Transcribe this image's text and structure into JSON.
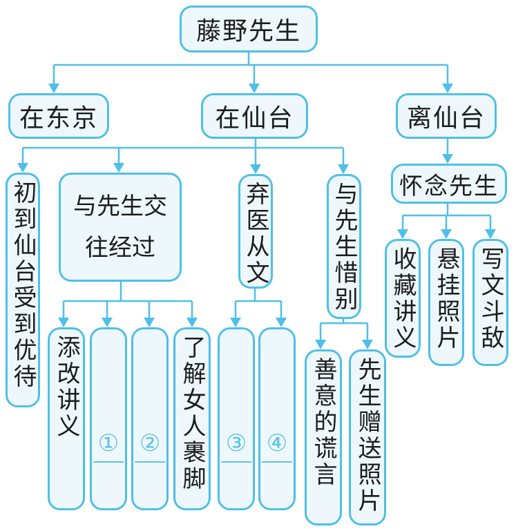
{
  "diagram": {
    "title": "藤野先生",
    "colors": {
      "line": "#4ebfe8",
      "fill": "#eef8fc",
      "text": "#1c1c1c",
      "blank_number": "#5cc4ea"
    },
    "level1": [
      "在东京",
      "在仙台",
      "离仙台"
    ],
    "in_sendai": {
      "arrival": "初到仙台受到优待",
      "interaction": {
        "line1": "与先生交",
        "line2": "往经过"
      },
      "abandon_medicine": "弃医从文",
      "farewell": "与先生惜别"
    },
    "interaction_children": [
      {
        "text": "添改讲义"
      },
      {
        "blank": "①"
      },
      {
        "blank": "②"
      },
      {
        "text": "了解女人裹脚"
      }
    ],
    "abandon_children": [
      {
        "blank": "③"
      },
      {
        "blank": "④"
      }
    ],
    "farewell_children": [
      "善意的谎言",
      "先生赠送照片"
    ],
    "leave_sendai": {
      "child": "怀念先生",
      "grandchildren": [
        "收藏讲义",
        "悬挂照片",
        "写文斗敌"
      ]
    }
  }
}
